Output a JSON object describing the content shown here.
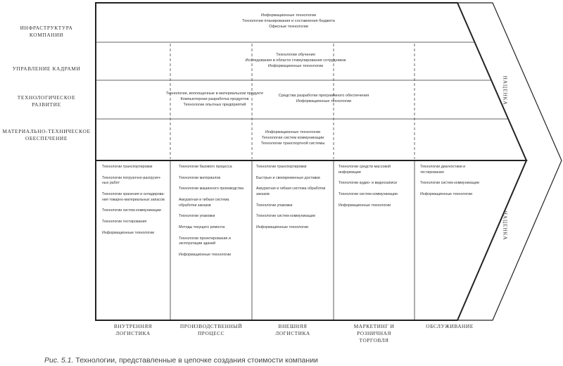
{
  "rows": [
    {
      "label": "ИНФРАСТРУКТУРА\nКОМПАНИИ",
      "items": [
        "Информационные технологии",
        "Технологии планирования и составления бюджета",
        "Офисные технологии"
      ]
    },
    {
      "label": "УПРАВЛЕНИЕ КАДРАМИ",
      "items": [
        "Технологии обучения",
        "Исследования в области стимулирования сотрудников",
        "Информационные технологии"
      ]
    },
    {
      "label": "ТЕХНОЛОГИЧЕСКОЕ\nРАЗВИТИЕ",
      "items_left": [
        "Технологии, воплощенные в материальном продукте",
        "Компьютерная разработка продуктов",
        "Технологии опытных предприятий"
      ],
      "items_right": [
        "Средства разработки программного обеспечения",
        "Информационные технологии"
      ]
    },
    {
      "label": "МАТЕРИАЛЬНО-ТЕХНИЧЕСКОЕ\nОБЕСПЕЧЕНИЕ",
      "items": [
        "Информационные технологии",
        "Технологии систем коммуникации",
        "Технологии транспортной системы"
      ]
    }
  ],
  "columns": [
    {
      "label": "ВНУТРЕННЯЯ\nЛОГИСТИКА",
      "items": [
        "Технологии транспортировки",
        "Технологии погрузочно-разгрузоч-\nных работ",
        "Технологии хранения и складирова-\nния товарно-материальных запасов",
        "Технологии систем коммуникации",
        "Технологии тестирования",
        "Информационные технологии"
      ]
    },
    {
      "label": "ПРОИЗВОДСТВЕННЫЙ\nПРОЦЕСС",
      "items": [
        "Технологии базового процесса",
        "Технологии материалов",
        "Технологии машинного производства",
        "Аккуратная и гибкая система\nобработки заказов",
        "Технологии упаковки",
        "Методы текущего ремонта",
        "Технологии проектирования и\nэксплуатации зданий",
        "Информационные технологии"
      ]
    },
    {
      "label": "ВНЕШНЯЯ\nЛОГИСТИКА",
      "items": [
        "Технологии транспортировки",
        "Быстрые и своевременные доставки",
        "Аккуратная и гибкая система обработки\nзаказов",
        "Технологии упаковки",
        "Технологии систем коммуникации",
        "Информационные технологии"
      ]
    },
    {
      "label": "МАРКЕТИНГ И\nРОЗНИЧНАЯ\nТОРГОВЛЯ",
      "items": [
        "Технологии средств массовой\nинформации",
        "Технологии аудио- и видеозаписи",
        "Технологии систем коммуникации",
        "Информационные технологии"
      ]
    },
    {
      "label": "ОБСЛУЖИВАНИЕ",
      "items": [
        "Технологии диагностики и\nтестирования",
        "Технологии систем коммуникации",
        "Информационные технологии"
      ]
    }
  ],
  "margin_label": "НАЦЕНКА",
  "caption": {
    "fig": "Рис. 5.1.",
    "text": " Технологии, представленные в цепочке создания стоимости компании"
  }
}
